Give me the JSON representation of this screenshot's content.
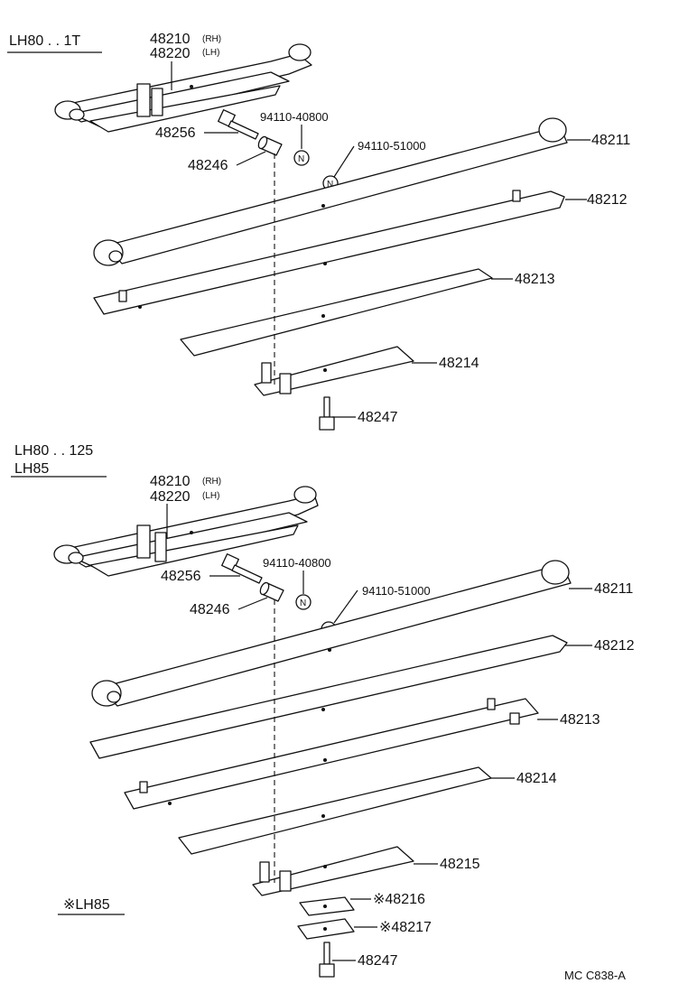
{
  "diagram_code": "MC  C838-A",
  "sections": [
    {
      "header_lines": [
        "LH80 . . 1T"
      ],
      "labels": {
        "assy_rh": "48210",
        "assy_rh_suffix": "(RH)",
        "assy_lh": "48220",
        "assy_lh_suffix": "(LH)",
        "bolt": "48256",
        "nut_a": "94110-40800",
        "pin": "48246",
        "nut_b": "94110-51000",
        "leaf1": "48211",
        "leaf2": "48212",
        "leaf3": "48213",
        "leaf4": "48214",
        "center_bolt": "48247"
      }
    },
    {
      "header_lines": [
        "LH80 . . 125",
        "LH85"
      ],
      "labels": {
        "assy_rh": "48210",
        "assy_rh_suffix": "(RH)",
        "assy_lh": "48220",
        "assy_lh_suffix": "(LH)",
        "bolt": "48256",
        "nut_a": "94110-40800",
        "pin": "48246",
        "nut_b": "94110-51000",
        "leaf1": "48211",
        "leaf2": "48212",
        "leaf3": "48213",
        "leaf4": "48214",
        "leaf5": "48215",
        "spacer1": "※48216",
        "spacer2": "※48217",
        "center_bolt": "48247"
      }
    }
  ],
  "footnote": "※LH85",
  "nut_symbol": "N"
}
